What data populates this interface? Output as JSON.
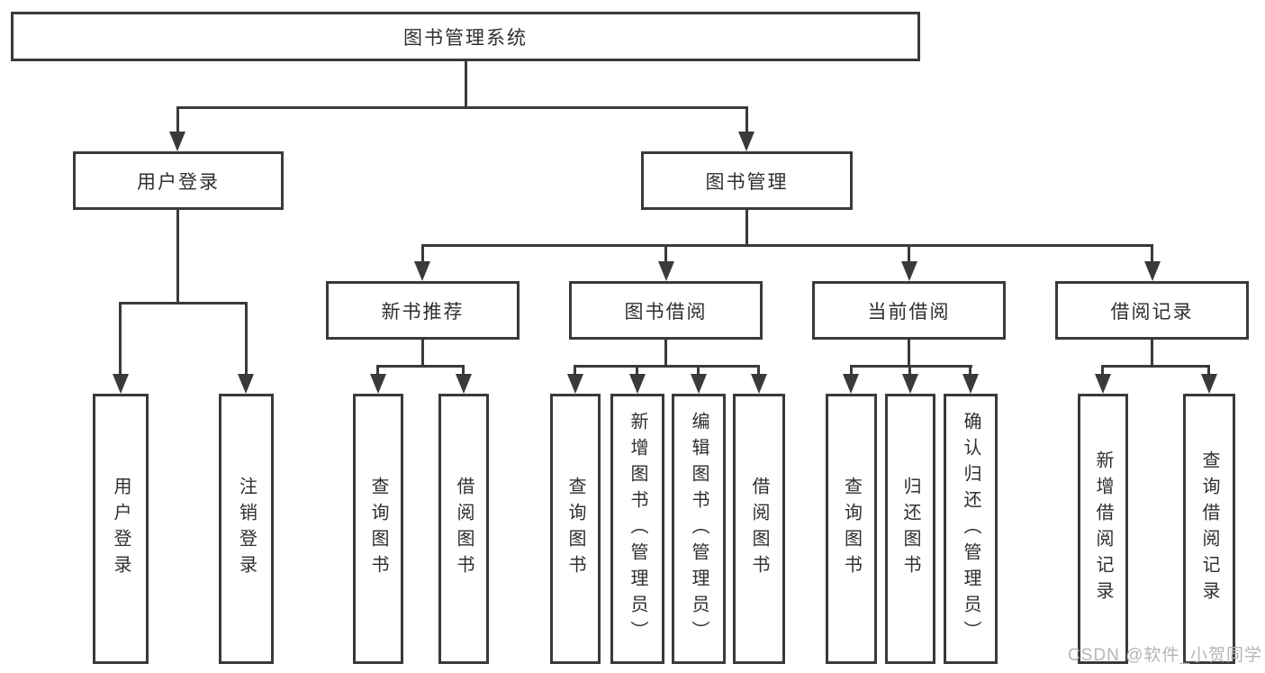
{
  "diagram": {
    "watermark": "CSDN @软件_小贺同学",
    "colors": {
      "line": "#3a3a3a",
      "text": "#2f2f2f",
      "background": "#ffffff",
      "watermark": "#b5b5b5"
    }
  },
  "tree": {
    "root": {
      "label": "图书管理系统",
      "children": [
        {
          "label": "用户登录",
          "children": [
            {
              "label": "用户登录"
            },
            {
              "label": "注销登录"
            }
          ]
        },
        {
          "label": "图书管理",
          "children": [
            {
              "label": "新书推荐",
              "children": [
                {
                  "label": "查询图书"
                },
                {
                  "label": "借阅图书"
                }
              ]
            },
            {
              "label": "图书借阅",
              "children": [
                {
                  "label": "查询图书"
                },
                {
                  "label": "新增图书（管理员）"
                },
                {
                  "label": "编辑图书（管理员）"
                },
                {
                  "label": "借阅图书"
                }
              ]
            },
            {
              "label": "当前借阅",
              "children": [
                {
                  "label": "查询图书"
                },
                {
                  "label": "归还图书"
                },
                {
                  "label": "确认归还（管理员）"
                }
              ]
            },
            {
              "label": "借阅记录",
              "children": [
                {
                  "label": "新增借阅记录"
                },
                {
                  "label": "查询借阅记录"
                }
              ]
            }
          ]
        }
      ]
    }
  }
}
